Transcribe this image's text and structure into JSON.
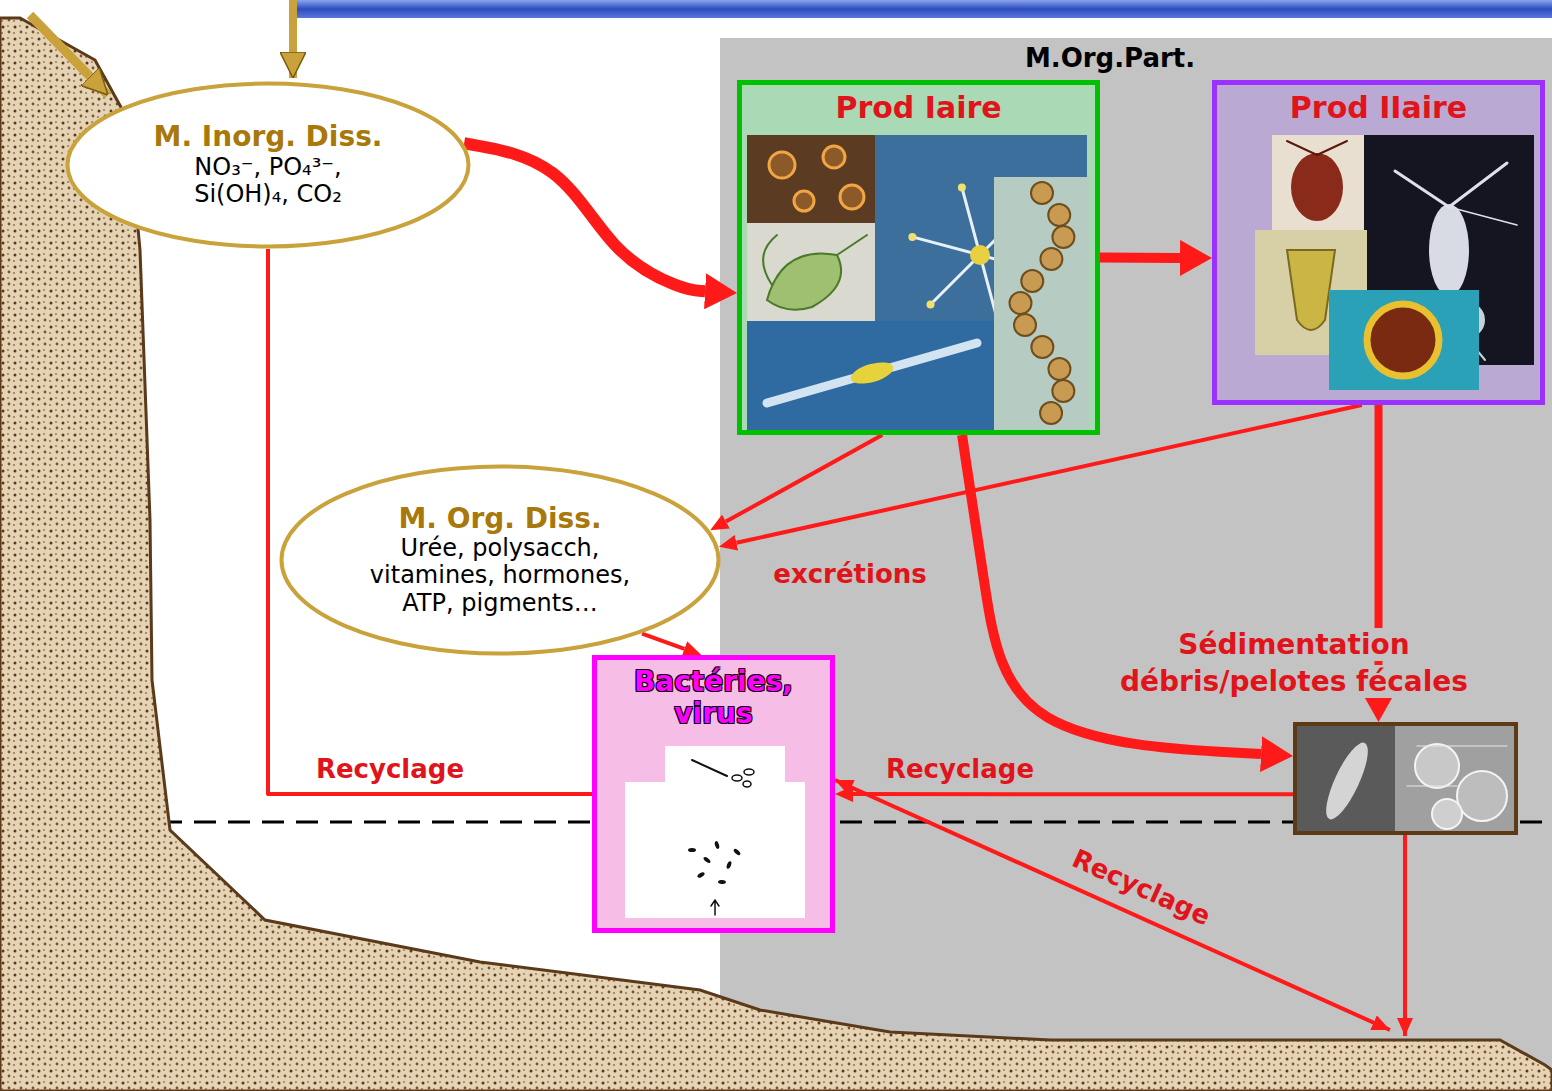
{
  "diagram": {
    "nodes": [
      {
        "text": [
          "M. Inorg. Diss.",
          "NO₃⁻, PO₄³⁻, Si(OH)₄, CO₂"
        ]
      },
      {
        "text": [
          "M.Org.Part."
        ]
      },
      {
        "text": [
          "Prod Iaire"
        ],
        "in": 1
      },
      {
        "text": [
          "Prod IIaire"
        ],
        "in": 1
      },
      {
        "text": [
          "M. Org. Diss.",
          "Urée, polysacch, vitamines, hormones, ATP, pigments…"
        ]
      },
      {
        "text": [
          "Bactéries, virus"
        ]
      },
      {
        "text": [
          "Sédimentation débris/pelotes fécales"
        ],
        "in": 1
      }
    ],
    "edges": [
      {
        "from": 0,
        "to": 2,
        "arrow": "to"
      },
      {
        "from": 2,
        "to": 3,
        "arrow": "to"
      },
      {
        "from": 2,
        "to": 4,
        "arrow": "to"
      },
      {
        "from": 3,
        "to": 4,
        "arrow": "to"
      },
      {
        "from": 2,
        "to": 6,
        "arrow": "to"
      },
      {
        "from": 3,
        "to": 6,
        "arrow": "to"
      },
      {
        "from": 4,
        "to": 5,
        "arrow": "to"
      },
      {
        "from": 5,
        "to": 0,
        "label": "Recyclage",
        "arrow": "none"
      },
      {
        "from": 6,
        "to": 5,
        "label": "Recyclage",
        "arrow": "to"
      }
    ],
    "labels": [
      "excrétions",
      "Recyclage"
    ]
  }
}
